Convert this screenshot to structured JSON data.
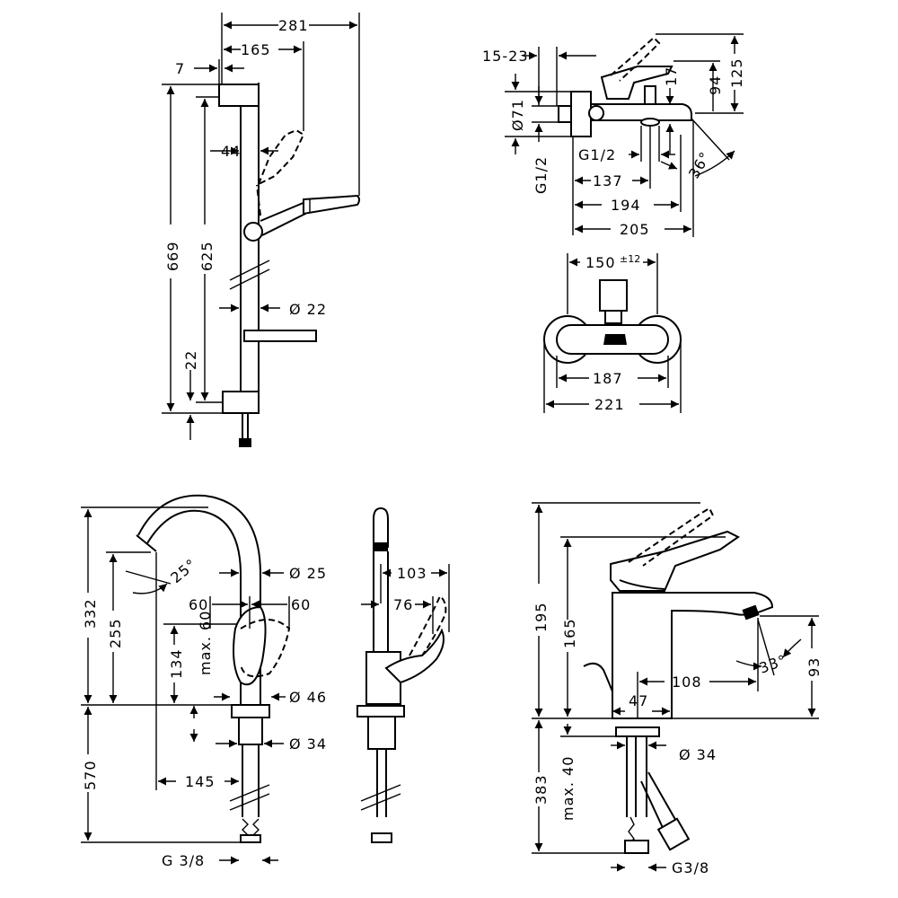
{
  "shower_set": {
    "dims": {
      "overall_width": "281",
      "head_reach": "165",
      "wall_offset": "7",
      "rail_to_head": "44",
      "overall_height": "669",
      "bracket_spacing": "625",
      "rail_diameter": "Ø 22",
      "bottom_offset": "22"
    }
  },
  "bath_mixer_side": {
    "dims": {
      "inlet_range": "15-23",
      "lever_height": "125",
      "body_height": "94",
      "spout_gap": "17",
      "rosette_diameter": "Ø71",
      "spout_thread": "G1/2",
      "inlet_thread": "G1/2",
      "spout_angle": "36°",
      "depth_137": "137",
      "depth_194": "194",
      "depth_205": "205"
    }
  },
  "bath_mixer_front": {
    "dims": {
      "centres": "150",
      "centres_tolerance": "±12",
      "body_width": "187",
      "overall_width": "221"
    }
  },
  "basin_mixer_high": {
    "dims": {
      "overall_height": "332",
      "spout_height": "255",
      "spout_angle": "25°",
      "spout_diameter": "Ø 25",
      "lever_left": "60",
      "lever_right": "60",
      "lever_max": "max. 60",
      "body_height": "134",
      "base_diameter": "Ø 46",
      "shank_diameter": "Ø 34",
      "projection": "145",
      "hose_length": "570",
      "connection_thread": "G 3/8"
    }
  },
  "basin_mixer_high_side": {
    "dims": {
      "lever_reach": "103",
      "spout_reach": "76"
    }
  },
  "basin_mixer_low": {
    "dims": {
      "lever_height": "195",
      "body_height": "165",
      "spout_height": "93",
      "spout_angle": "33°",
      "projection": "108",
      "base_width": "47",
      "deck_thickness": "max. 40",
      "shank_diameter": "Ø 34",
      "hose_length": "383",
      "connection_thread": "G3/8"
    }
  }
}
